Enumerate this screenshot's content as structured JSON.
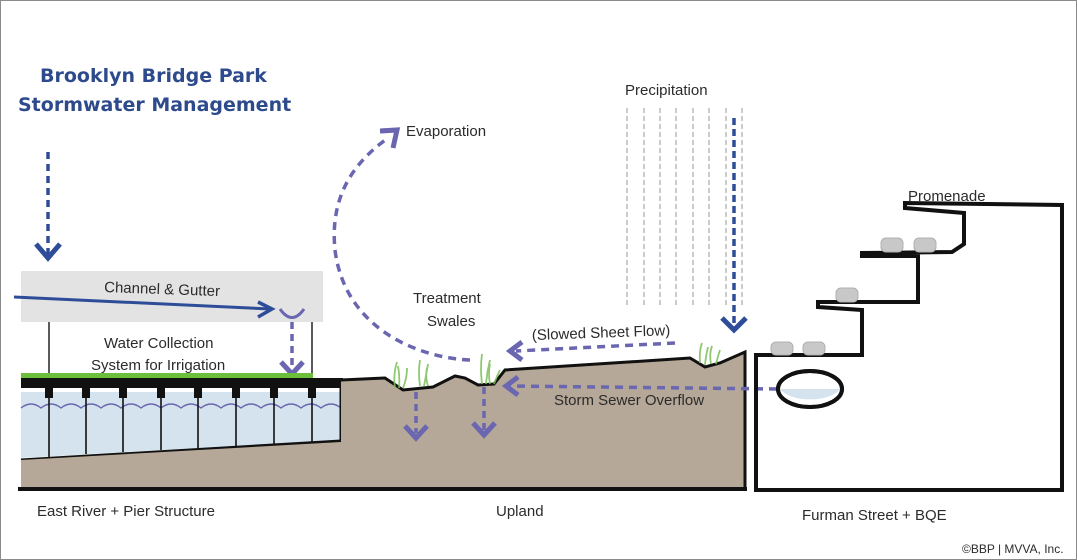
{
  "title": {
    "line1": "Brooklyn Bridge Park",
    "line2": "Stormwater Management"
  },
  "labels": {
    "channel_gutter": "Channel & Gutter",
    "water_collection_1": "Water Collection",
    "water_collection_2": "System for Irrigation",
    "evaporation": "Evaporation",
    "precipitation": "Precipitation",
    "treatment_1": "Treatment",
    "treatment_2": "Swales",
    "sheet_flow": "(Slowed Sheet Flow)",
    "storm_sewer": "Storm Sewer Overflow",
    "promenade": "Promenade"
  },
  "sections": {
    "east_river": "East River + Pier Structure",
    "upland": "Upland",
    "furman": "Furman Street + BQE"
  },
  "credit": "©BBP | MVVA, Inc.",
  "colors": {
    "title_blue": "#2d4a8c",
    "flow_blue": "#2e4d99",
    "flow_purple": "#6a66b0",
    "soil": "#b5a898",
    "water": "#d4e3ee",
    "grass": "#6cbf3a",
    "channel_box": "#e3e3e3"
  }
}
